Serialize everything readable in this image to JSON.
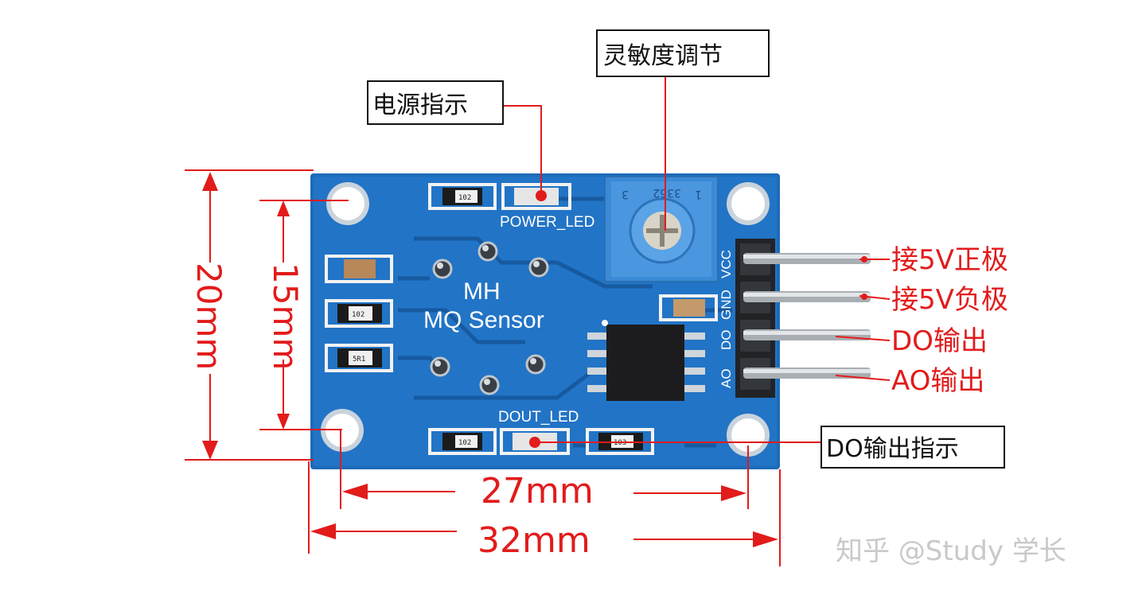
{
  "callouts": {
    "sensitivity": "灵敏度调节",
    "power_indicator": "电源指示",
    "do_output_indicator": "DO输出指示"
  },
  "pin_labels": {
    "vcc": "接5V正极",
    "gnd": "接5V负极",
    "do": "DO输出",
    "ao": "AO输出"
  },
  "dimensions": {
    "width_inner": "27mm",
    "width_outer": "32mm",
    "height_outer": "20mm",
    "height_inner": "15mm"
  },
  "board": {
    "title_line1": "MH",
    "title_line2": "MQ Sensor",
    "power_led": "POWER_LED",
    "dout_led": "DOUT_LED",
    "pin_vcc": "VCC",
    "pin_gnd": "GND",
    "pin_do": "DO",
    "pin_ao": "AO",
    "pot_code": "3362",
    "pot_num": "1",
    "pot_num3": "3",
    "resistor_102": "102",
    "resistor_5r1": "5R1",
    "resistor_103": "103"
  },
  "watermark": "知乎 @Study 学长",
  "colors": {
    "board_blue": "#1e6fc0",
    "annotation_red": "#e21b1b",
    "pot_blue": "#3a8ad6"
  }
}
